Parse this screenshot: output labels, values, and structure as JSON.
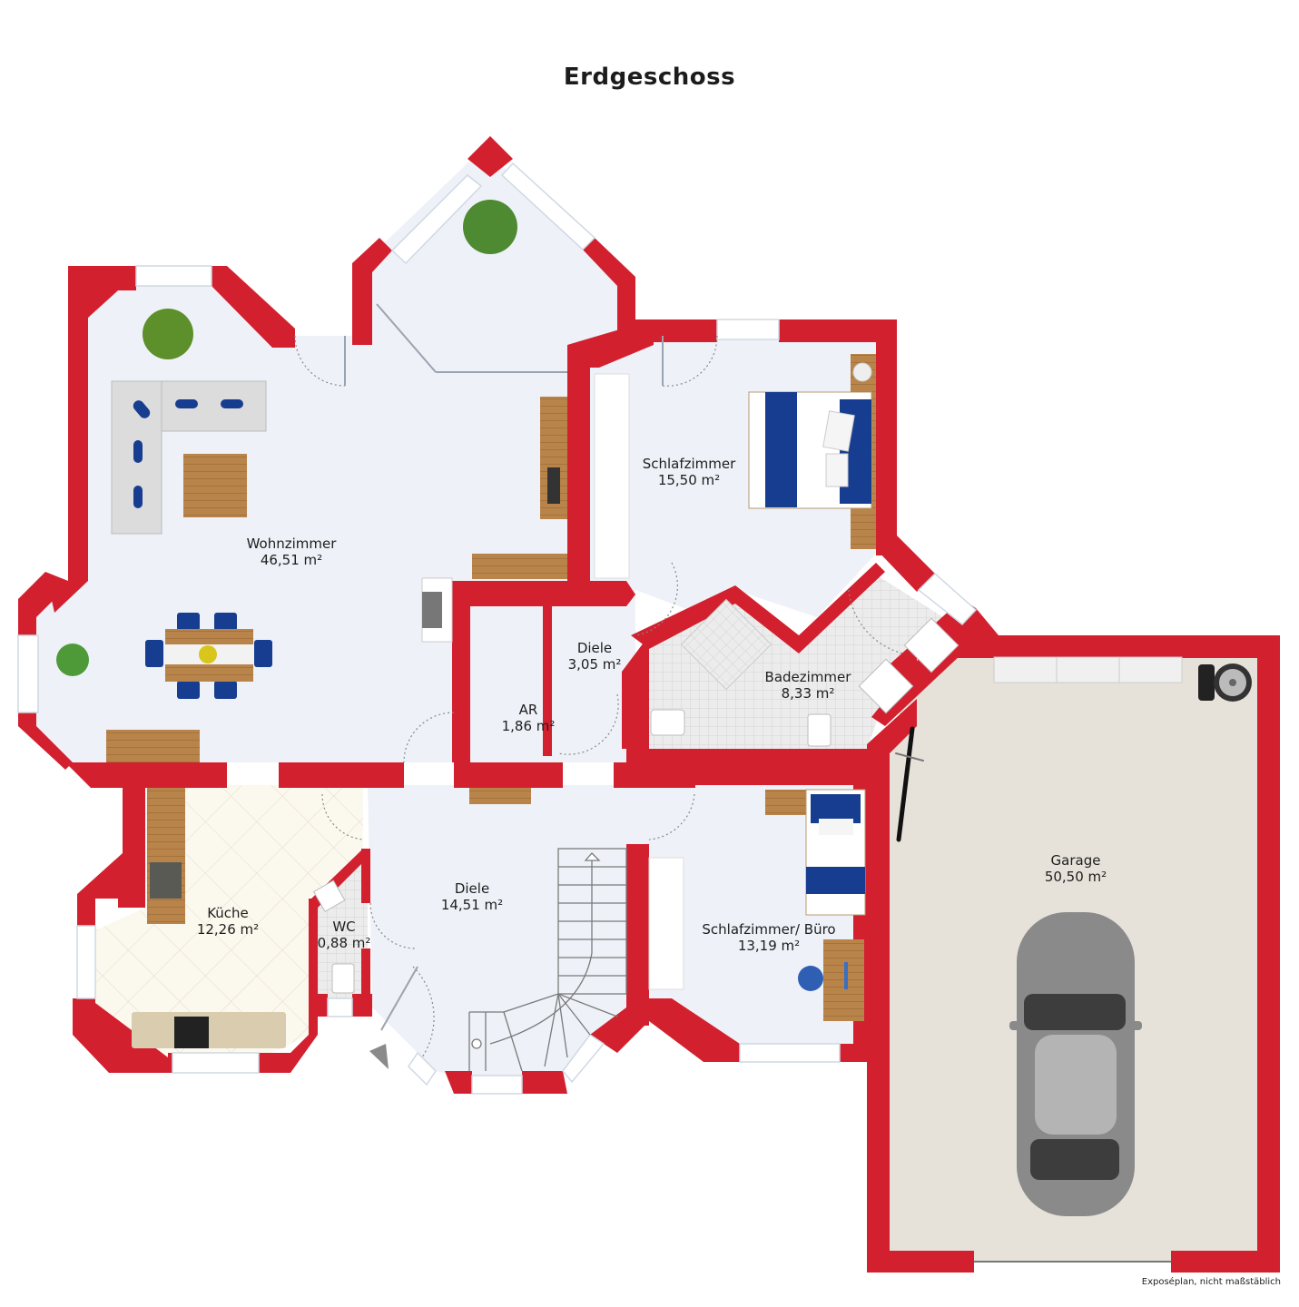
{
  "title": "Erdgeschoss",
  "note": "Exposéplan, nicht maßstäblich",
  "colors": {
    "wall": "#d3202f",
    "floor": "#eef1f7",
    "garage_floor": "#e6e2da",
    "kitchen_floor": "#fbf8ee",
    "tile": "#e4e4e4",
    "wood": "#b9844a",
    "accent_blue": "#163d8f",
    "window": "#ffffff"
  },
  "rooms": [
    {
      "name": "Wohnzimmer",
      "area": "46,51 m²"
    },
    {
      "name": "Schlafzimmer",
      "area": "15,50 m²"
    },
    {
      "name": "Diele",
      "area": "3,05 m²"
    },
    {
      "name": "AR",
      "area": "1,86 m²"
    },
    {
      "name": "Badezimmer",
      "area": "8,33 m²"
    },
    {
      "name": "Küche",
      "area": "12,26 m²"
    },
    {
      "name": "WC",
      "area": "0,88 m²"
    },
    {
      "name": "Diele",
      "area": "14,51 m²"
    },
    {
      "name": "Schlafzimmer/ Büro",
      "area": "13,19 m²"
    },
    {
      "name": "Garage",
      "area": "50,50 m²"
    }
  ],
  "icons": [
    "sofa-icon",
    "coffee-table-icon",
    "dining-table-icon",
    "plant-icon",
    "bed-icon",
    "desk-icon",
    "office-chair-icon",
    "wardrobe-icon",
    "kitchen-counter-icon",
    "sink-icon",
    "stove-icon",
    "toilet-icon",
    "shower-icon",
    "washbasin-icon",
    "staircase-icon",
    "car-icon",
    "bicycle-icon",
    "tire-icon",
    "entrance-arrow-icon",
    "door-swing-icon",
    "window-icon"
  ]
}
